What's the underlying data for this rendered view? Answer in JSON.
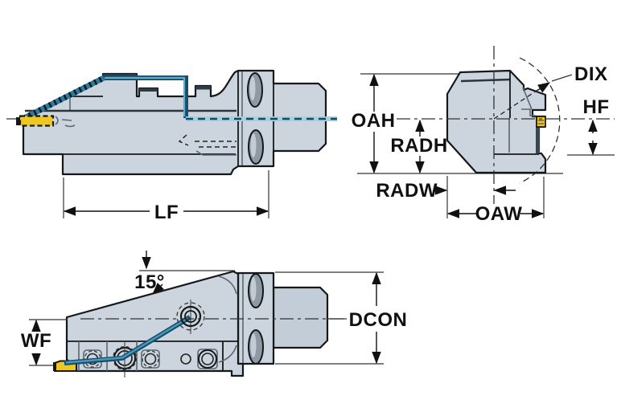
{
  "colors": {
    "background": "#ffffff",
    "body_fill": "#ccd5dd",
    "body_fill_dark": "#c3cdd7",
    "slot_fill": "#8e99a4",
    "outline": "#15181a",
    "inner_line": "#5a6670",
    "insert_yellow": "#eec723",
    "coolant_blue": "#2b7aa0",
    "coolant_blue_dark": "#12506e",
    "coolant_blue_light": "#a9cfdf",
    "coolant_dash": "#0e4a66"
  },
  "views": {
    "side_view": {
      "label_lf": "LF"
    },
    "end_view": {
      "label_oah": "OAH",
      "label_radh": "RADH",
      "label_radw": "RADW",
      "label_oaw": "OAW",
      "label_dix": "DIX",
      "label_hf": "HF"
    },
    "rotated_view": {
      "label_angle": "15°",
      "label_wf": "WF",
      "label_dcon": "DCON"
    }
  }
}
